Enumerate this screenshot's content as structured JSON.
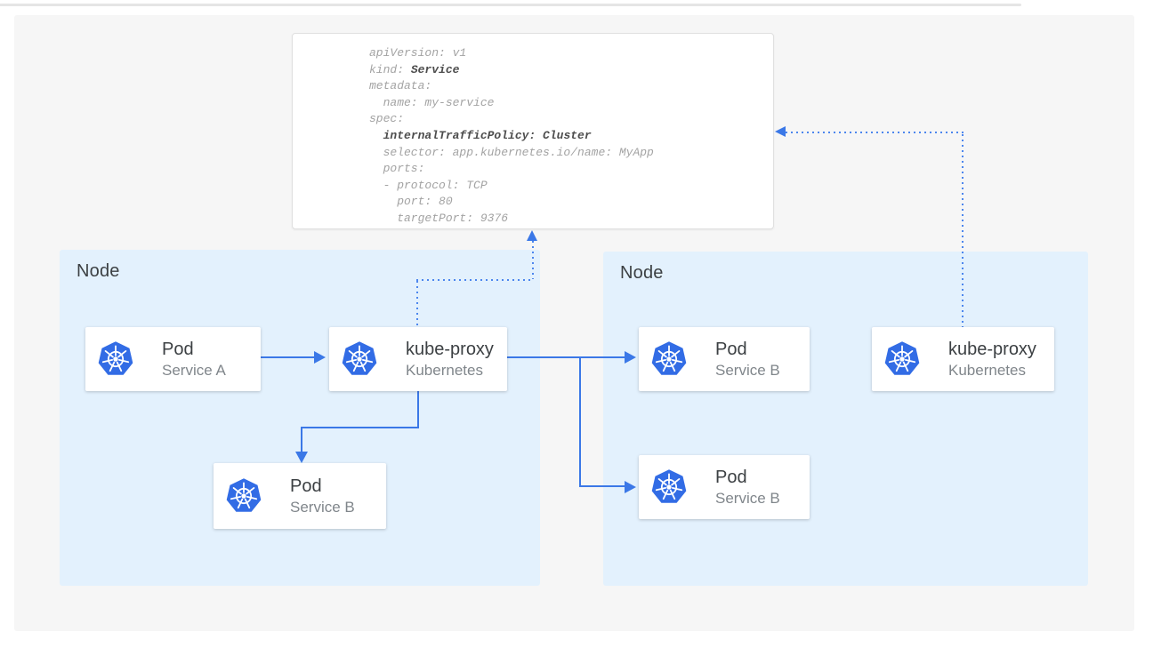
{
  "yaml_card": {
    "l1": "apiVersion: v1",
    "l2_pre": "kind: ",
    "l2_bold": "Service",
    "l3": "metadata:",
    "l4": "  name: my-service",
    "l5": "spec:",
    "l6_pre": "  ",
    "l6_bold": "internalTrafficPolicy: Cluster",
    "l7": "  selector: app.kubernetes.io/name: MyApp",
    "l8": "  ports:",
    "l9": "  - protocol: TCP",
    "l10": "    port: 80",
    "l11": "    targetPort: 9376"
  },
  "nodes": {
    "left": {
      "label": "Node"
    },
    "right": {
      "label": "Node"
    }
  },
  "cards": {
    "pod_service_a": {
      "title": "Pod",
      "subtitle": "Service A",
      "icon": "kubernetes-icon"
    },
    "kube_proxy_left": {
      "title": "kube-proxy",
      "subtitle": "Kubernetes",
      "icon": "kubernetes-icon"
    },
    "pod_service_b_left": {
      "title": "Pod",
      "subtitle": "Service B",
      "icon": "kubernetes-icon"
    },
    "pod_service_b_right_top": {
      "title": "Pod",
      "subtitle": "Service B",
      "icon": "kubernetes-icon"
    },
    "pod_service_b_right_bottom": {
      "title": "Pod",
      "subtitle": "Service B",
      "icon": "kubernetes-icon"
    },
    "kube_proxy_right": {
      "title": "kube-proxy",
      "subtitle": "Kubernetes",
      "icon": "kubernetes-icon"
    }
  },
  "colors": {
    "kubernetes_blue": "#326ce5",
    "node_background": "#e3f1fd",
    "solid_arrow": "#3b78e7",
    "dotted_arrow": "#4c86ee",
    "panel_background": "#f6f6f6",
    "card_title_text": "#3c4043",
    "card_subtitle_text": "#80868b",
    "yaml_regular_text": "#a3a3a3",
    "yaml_bold_text": "#4d4d4d"
  }
}
